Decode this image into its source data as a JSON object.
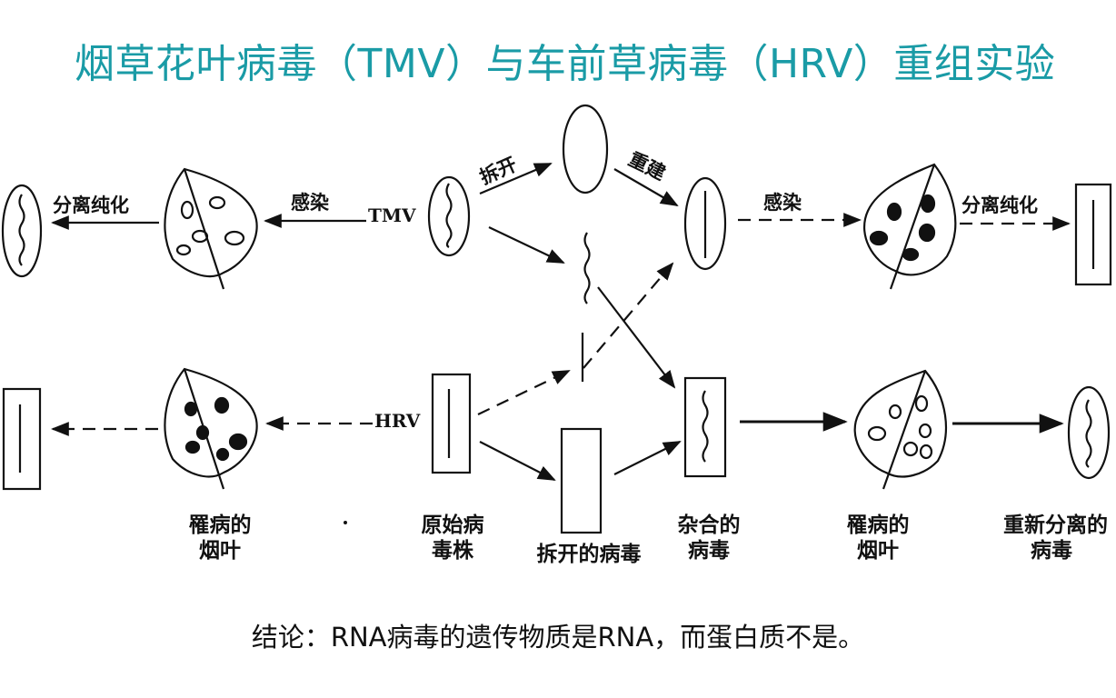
{
  "title": "烟草花叶病毒（TMV）与车前草病毒（HRV）重组实验",
  "labels": {
    "isolate_left": "分离纯化",
    "infect_left": "感染",
    "tmv": "TMV",
    "split": "拆开",
    "rebuild": "重建",
    "infect_right": "感染",
    "isolate_right": "分离纯化",
    "hrv": "HRV"
  },
  "captions": {
    "diseased_leaf_left": [
      "罹病的",
      "烟叶"
    ],
    "original_strain": [
      "原始病",
      "毒株"
    ],
    "split_virus": [
      "拆开的病毒"
    ],
    "hybrid_virus": [
      "杂合的",
      "病毒"
    ],
    "diseased_leaf_right": [
      "罹病的",
      "烟叶"
    ],
    "reisolated_virus": [
      "重新分离的",
      "病毒"
    ]
  },
  "conclusion": "结论：RNA病毒的遗传物质是RNA，而蛋白质不是。"
}
